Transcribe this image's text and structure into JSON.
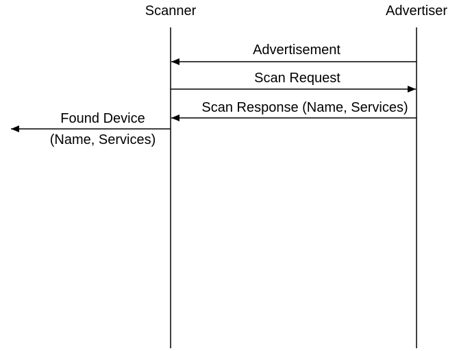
{
  "diagram": {
    "participants": {
      "scanner": "Scanner",
      "advertiser": "Advertiser"
    },
    "messages": [
      {
        "label": "Advertisement",
        "from": "Advertiser",
        "to": "Scanner"
      },
      {
        "label": "Scan Request",
        "from": "Scanner",
        "to": "Advertiser"
      },
      {
        "label": "Scan Response (Name, Services)",
        "from": "Advertiser",
        "to": "Scanner"
      }
    ],
    "output": {
      "line1": "Found Device",
      "line2": "(Name, Services)"
    }
  }
}
